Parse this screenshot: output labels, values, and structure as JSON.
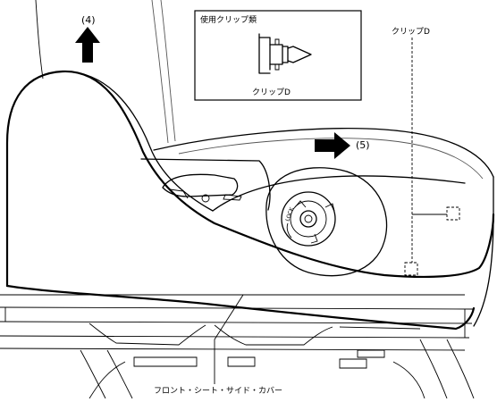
{
  "labels": {
    "step_up": "(4)",
    "step_right": "(5)",
    "inset_title": "使用クリップ類",
    "inset_clip_name": "クリップD",
    "clip_callout": "クリップD",
    "part_name": "フロント・シート・サイド・カバー"
  },
  "icons": {
    "up_arrow": "arrow-up-icon",
    "right_arrow": "arrow-right-icon"
  }
}
